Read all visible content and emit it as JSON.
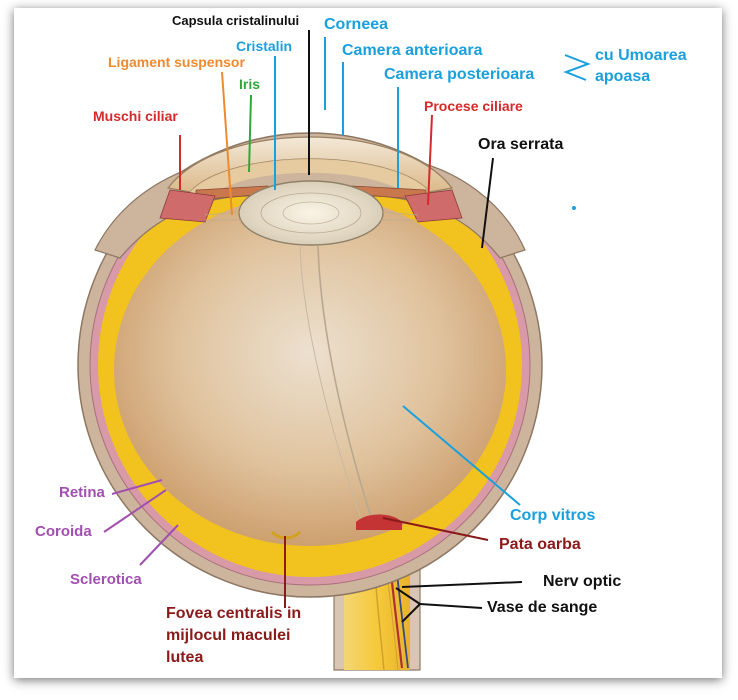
{
  "labels": {
    "capsula": "Capsula cristalinului",
    "corneea": "Corneea",
    "ligament": "Ligament suspensor",
    "cristalin": "Cristalin",
    "camera_anterioara": "Camera anterioara",
    "iris": "Iris",
    "camera_posterioara": "Camera posterioara",
    "umoarea_line1": "cu Umoarea",
    "umoarea_line2": "apoasa",
    "muschi": "Muschi ciliar",
    "procese": "Procese ciliare",
    "ora": "Ora serrata",
    "retina": "Retina",
    "coroida": "Coroida",
    "sclerotica": "Sclerotica",
    "corp": "Corp vitros",
    "pata": "Pata oarba",
    "nerv": "Nerv optic",
    "vase": "Vase de sange",
    "fovea_line1": "Fovea centralis in",
    "fovea_line2": "mijlocul maculei",
    "fovea_line3": "lutea"
  },
  "colors": {
    "blue_label": "#1aa0dc",
    "black_label": "#111111",
    "red_label": "#d42a2a",
    "dark_red_label": "#8b1a1a",
    "orange_label": "#ee8a30",
    "green_label": "#2fa83a",
    "purple_label": "#a14fb0",
    "vitreous": "#d8b48a",
    "retina_yellow": "#f2c21f",
    "choroid_pink": "#d9a0a8",
    "sclera": "#c9b09a",
    "optic_nerve": "#f0c84a"
  }
}
